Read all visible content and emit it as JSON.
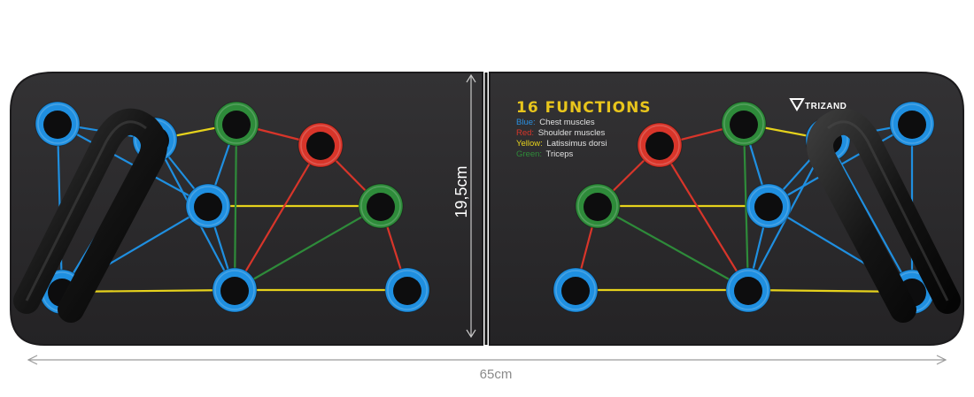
{
  "dimensions": {
    "height": "19,5cm",
    "width": "65cm"
  },
  "brand": {
    "name": "TRIZAND"
  },
  "title": "16 FUNCTIONS",
  "legend": [
    {
      "color_name": "Blue:",
      "text": "Chest muscles",
      "color": "#2a8fe0"
    },
    {
      "color_name": "Red:",
      "text": "Shoulder muscles",
      "color": "#d8352a"
    },
    {
      "color_name": "Yellow:",
      "text": "Latissimus dorsi",
      "color": "#e6d21c"
    },
    {
      "color_name": "Green:",
      "text": "Triceps",
      "color": "#2e8b3a"
    }
  ],
  "colors": {
    "board": "#2b2a2c",
    "handle": "#1a1a1a",
    "blue": "#1f8fe0",
    "red": "#d8352a",
    "yellow": "#e6d21c",
    "green": "#2e8b3a",
    "title": "#e8c51c"
  }
}
